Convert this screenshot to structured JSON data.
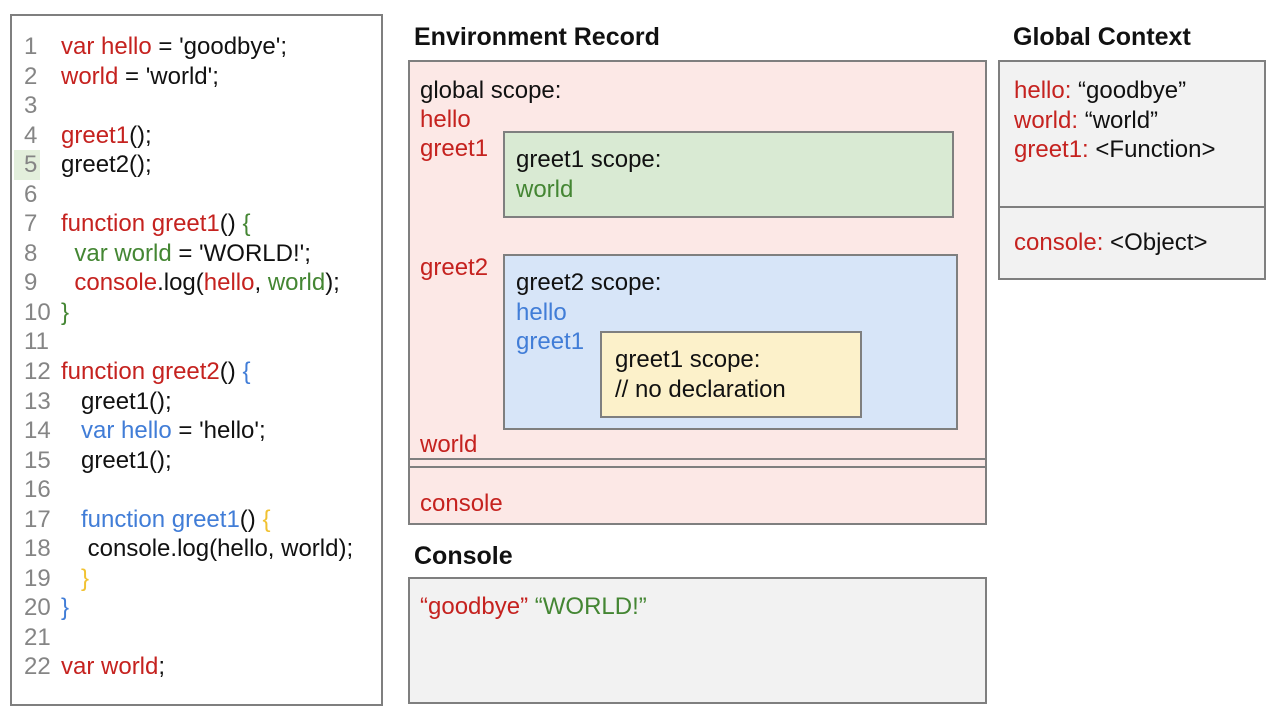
{
  "colors": {
    "red": "#c5221f",
    "green": "#448633",
    "blue": "#417dd7",
    "yellow": "#f1c232",
    "line_number_grey": "#858585",
    "highlight_green": "#e3efdc",
    "pink_bg": "#fce8e6",
    "green_bg": "#d9ead3",
    "blue_bg": "#d7e5f8",
    "yellow_bg": "#fcf1ca",
    "grey_bg": "#f2f2f2",
    "border_grey": "#7f7f7f"
  },
  "code_panel": {
    "highlighted_line": "5",
    "lines": [
      {
        "n": "1",
        "tokens": [
          {
            "c": "r",
            "t": "var hello"
          },
          {
            "c": "k",
            "t": " = 'goodbye';"
          }
        ]
      },
      {
        "n": "2",
        "tokens": [
          {
            "c": "r",
            "t": "world"
          },
          {
            "c": "k",
            "t": " = 'world';"
          }
        ]
      },
      {
        "n": "3",
        "tokens": []
      },
      {
        "n": "4",
        "tokens": [
          {
            "c": "r",
            "t": "greet1"
          },
          {
            "c": "k",
            "t": "();"
          }
        ]
      },
      {
        "n": "5",
        "highlight": true,
        "tokens": [
          {
            "c": "k",
            "t": "greet2();"
          }
        ]
      },
      {
        "n": "6",
        "tokens": []
      },
      {
        "n": "7",
        "tokens": [
          {
            "c": "r",
            "t": "function greet1"
          },
          {
            "c": "k",
            "t": "() "
          },
          {
            "c": "g",
            "t": "{"
          }
        ]
      },
      {
        "n": "8",
        "tokens": [
          {
            "c": "k",
            "t": "  "
          },
          {
            "c": "g",
            "t": "var world"
          },
          {
            "c": "k",
            "t": " = 'WORLD!';"
          }
        ]
      },
      {
        "n": "9",
        "tokens": [
          {
            "c": "k",
            "t": "  "
          },
          {
            "c": "r",
            "t": "console"
          },
          {
            "c": "k",
            "t": ".log("
          },
          {
            "c": "r",
            "t": "hello"
          },
          {
            "c": "k",
            "t": ", "
          },
          {
            "c": "g",
            "t": "world"
          },
          {
            "c": "k",
            "t": ");"
          }
        ]
      },
      {
        "n": "10",
        "tokens": [
          {
            "c": "g",
            "t": "}"
          }
        ]
      },
      {
        "n": "11",
        "tokens": []
      },
      {
        "n": "12",
        "tokens": [
          {
            "c": "r",
            "t": "function greet2"
          },
          {
            "c": "k",
            "t": "() "
          },
          {
            "c": "b",
            "t": "{"
          }
        ]
      },
      {
        "n": "13",
        "tokens": [
          {
            "c": "k",
            "t": "   greet1();"
          }
        ]
      },
      {
        "n": "14",
        "tokens": [
          {
            "c": "k",
            "t": "   "
          },
          {
            "c": "b",
            "t": "var hello"
          },
          {
            "c": "k",
            "t": " = 'hello';"
          }
        ]
      },
      {
        "n": "15",
        "tokens": [
          {
            "c": "k",
            "t": "   greet1();"
          }
        ]
      },
      {
        "n": "16",
        "tokens": []
      },
      {
        "n": "17",
        "tokens": [
          {
            "c": "k",
            "t": "   "
          },
          {
            "c": "b",
            "t": "function greet1"
          },
          {
            "c": "k",
            "t": "() "
          },
          {
            "c": "y",
            "t": "{"
          }
        ]
      },
      {
        "n": "18",
        "tokens": [
          {
            "c": "k",
            "t": "    console.log(hello, world);"
          }
        ]
      },
      {
        "n": "19",
        "tokens": [
          {
            "c": "k",
            "t": "   "
          },
          {
            "c": "y",
            "t": "}"
          }
        ]
      },
      {
        "n": "20",
        "tokens": [
          {
            "c": "b",
            "t": "}"
          }
        ]
      },
      {
        "n": "21",
        "tokens": []
      },
      {
        "n": "22",
        "tokens": [
          {
            "c": "r",
            "t": "var world"
          },
          {
            "c": "k",
            "t": ";"
          }
        ]
      }
    ]
  },
  "environment_record": {
    "title": "Environment Record",
    "global_scope": {
      "label": "global scope:",
      "vars_top": [
        "hello",
        "greet1"
      ],
      "var_mid": "greet2",
      "var_bottom": "world",
      "console_row": "console"
    },
    "greet1_scope": {
      "label": "greet1 scope:",
      "var_0": "world"
    },
    "greet2_scope": {
      "label": "greet2 scope:",
      "vars": [
        "hello",
        "greet1"
      ],
      "inner_greet1_scope": {
        "label": "greet1 scope:",
        "comment": "// no declaration"
      }
    }
  },
  "console_panel": {
    "title": "Console",
    "output": [
      {
        "color": "red",
        "text": "“goodbye”"
      },
      {
        "color": "green",
        "text": "“WORLD!”"
      }
    ]
  },
  "global_context": {
    "title": "Global Context",
    "entries": [
      {
        "name": "hello:",
        "value": " “goodbye”"
      },
      {
        "name": "world:",
        "value": " “world”"
      },
      {
        "name": "greet1:",
        "value": " <Function>"
      }
    ],
    "console_entry": {
      "name": "console:",
      "value": " <Object>"
    }
  }
}
